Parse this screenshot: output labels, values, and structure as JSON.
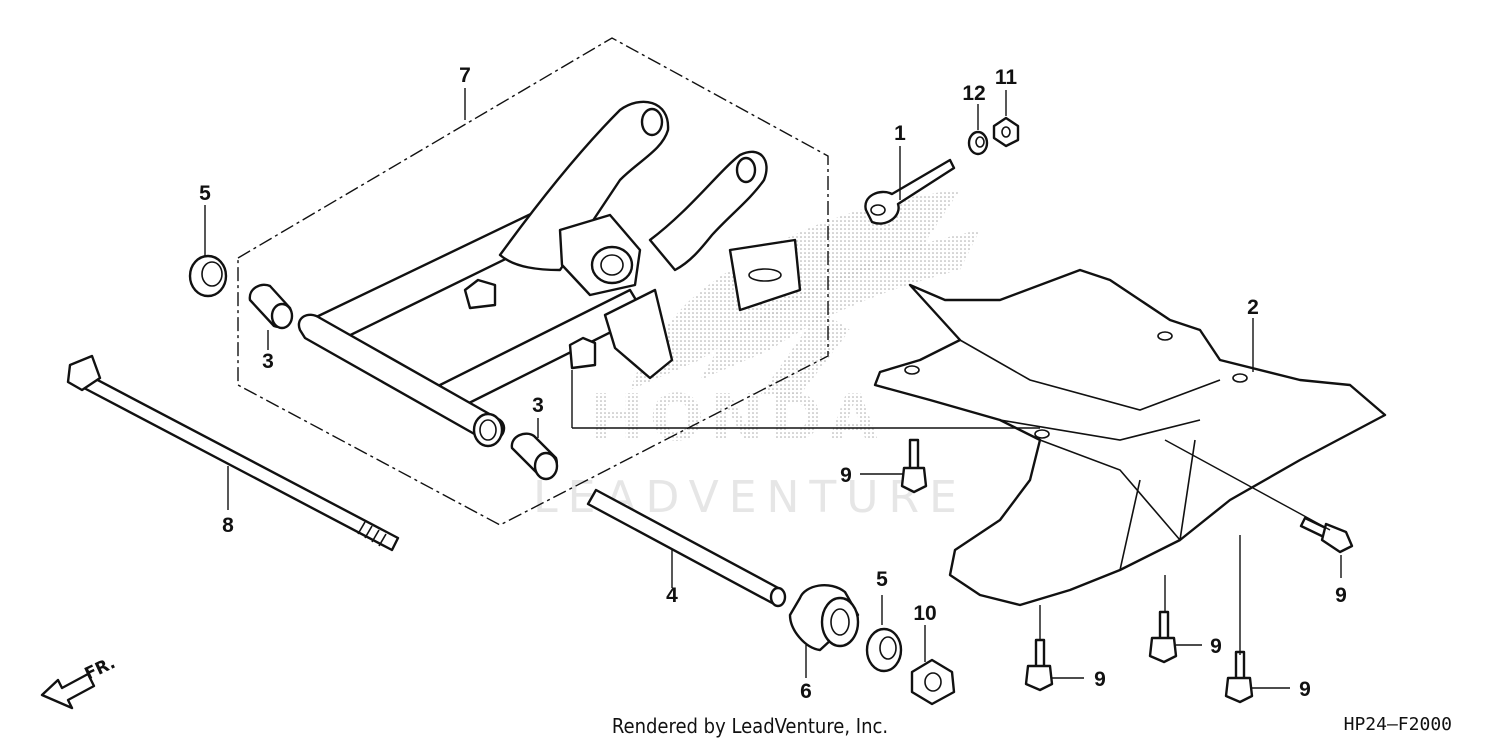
{
  "diagram": {
    "code": "HP24—F2000",
    "footer": "Rendered by LeadVenture, Inc.",
    "watermark": "LEADVENTURE",
    "direction_label": "FR.",
    "callouts": [
      {
        "id": "c1",
        "label": "1"
      },
      {
        "id": "c2",
        "label": "2"
      },
      {
        "id": "c3a",
        "label": "3"
      },
      {
        "id": "c3b",
        "label": "3"
      },
      {
        "id": "c4",
        "label": "4"
      },
      {
        "id": "c5a",
        "label": "5"
      },
      {
        "id": "c5b",
        "label": "5"
      },
      {
        "id": "c6",
        "label": "6"
      },
      {
        "id": "c7",
        "label": "7"
      },
      {
        "id": "c8",
        "label": "8"
      },
      {
        "id": "c9a",
        "label": "9"
      },
      {
        "id": "c9b",
        "label": "9"
      },
      {
        "id": "c9c",
        "label": "9"
      },
      {
        "id": "c9d",
        "label": "9"
      },
      {
        "id": "c9e",
        "label": "9"
      },
      {
        "id": "c10",
        "label": "10"
      },
      {
        "id": "c11",
        "label": "11"
      },
      {
        "id": "c12",
        "label": "12"
      }
    ]
  }
}
